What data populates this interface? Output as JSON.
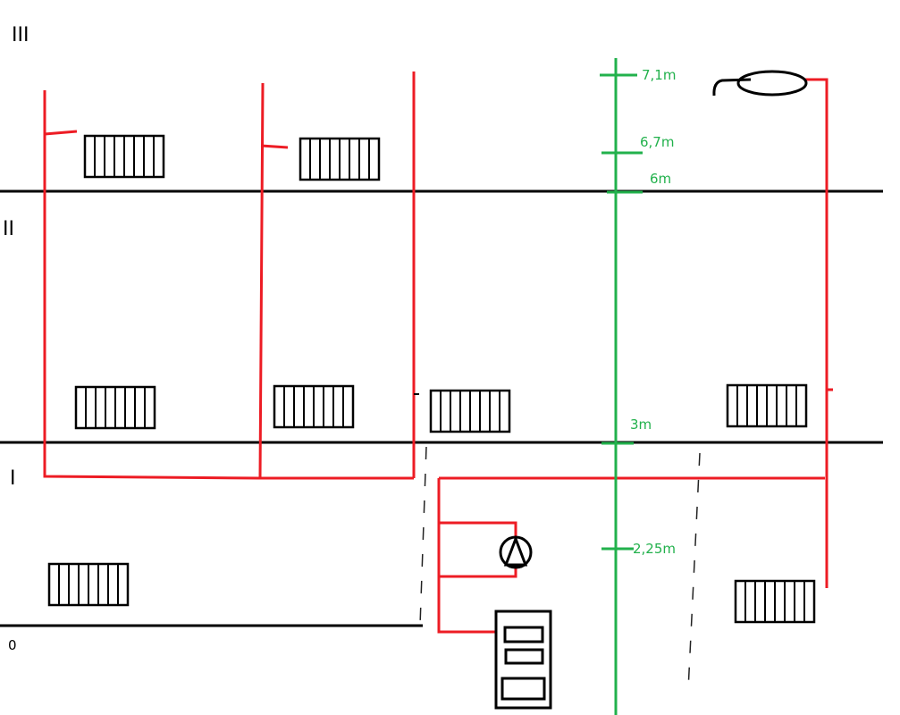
{
  "floors": {
    "level_3": "III",
    "level_2": "II",
    "level_1": "I",
    "level_0": "0"
  },
  "heights": {
    "h1": "7,1m",
    "h2": "6,7m",
    "h3": "6m",
    "h4": "3m",
    "h5": "2,25m"
  },
  "colors": {
    "pipe": "#ed1c24",
    "measure": "#22b14c",
    "structure": "#000000"
  }
}
